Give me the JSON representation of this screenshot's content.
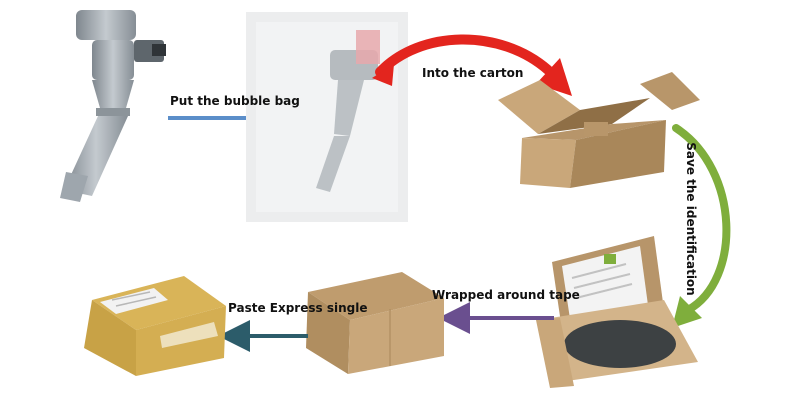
{
  "steps": {
    "put_bubble_bag": "Put the bubble bag",
    "into_carton": "Into the carton",
    "save_identification": "Save the identification",
    "wrapped_tape": "Wrapped around tape",
    "paste_express": "Paste Express single"
  },
  "colors": {
    "arrow_bubble": "#5b8ec9",
    "arrow_carton": "#e3251e",
    "arrow_ident": "#7fae3c",
    "arrow_tape": "#6a4f8f",
    "arrow_paste": "#2c5c6a",
    "cardboard": "#c9a77a",
    "cardboard_dark": "#a9875a",
    "taped_box": "#d9b458",
    "metal": "#9ea6ad"
  }
}
